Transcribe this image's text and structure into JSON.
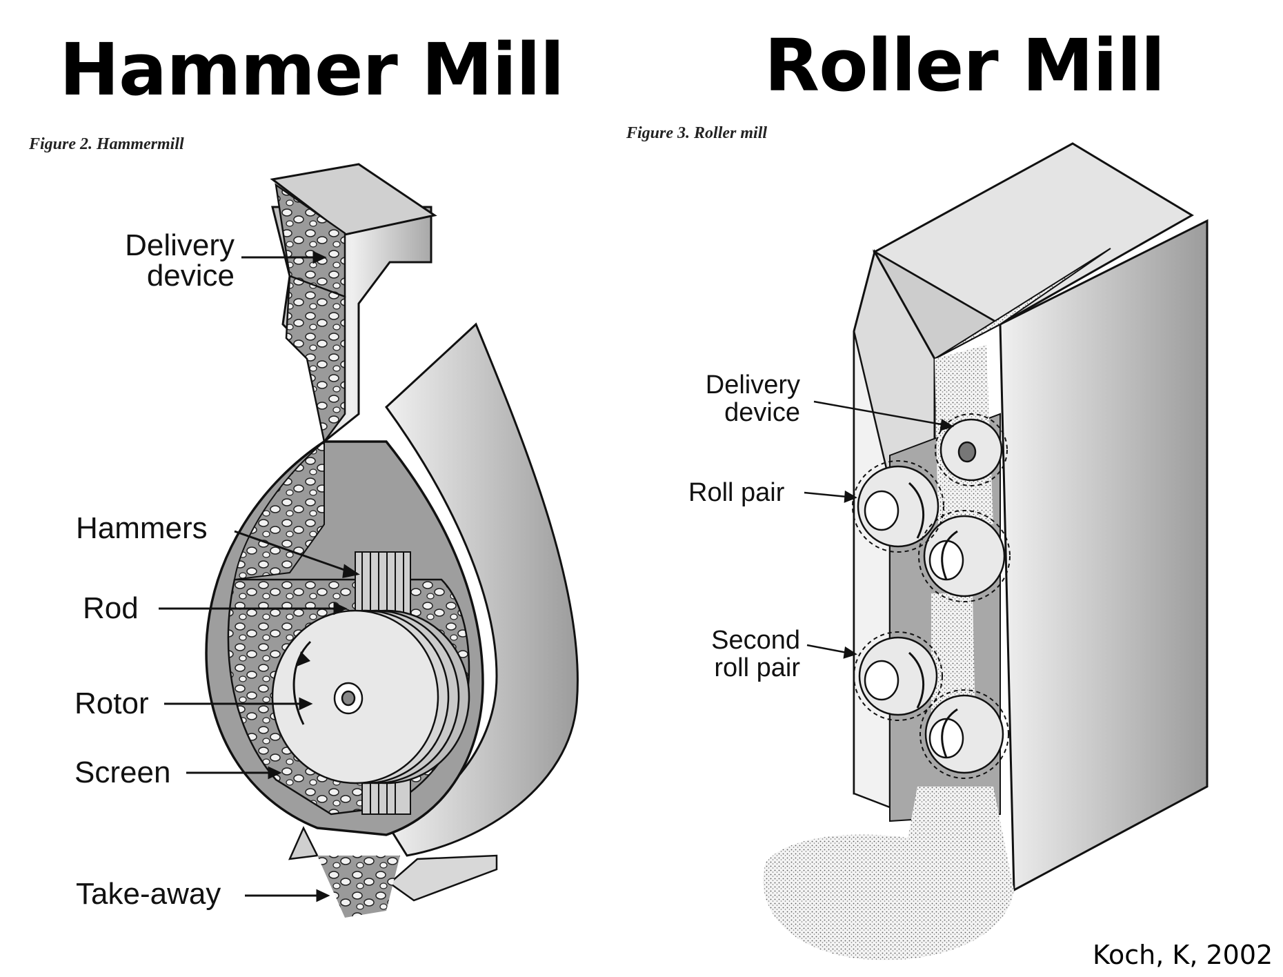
{
  "titles": {
    "hammer": "Hammer Mill",
    "roller": "Roller Mill"
  },
  "captions": {
    "hammer": "Figure 2. Hammermill",
    "roller": "Figure 3. Roller mill"
  },
  "hammer_labels": {
    "delivery_line1": "Delivery",
    "delivery_line2": "device",
    "hammers": "Hammers",
    "rod": "Rod",
    "rotor": "Rotor",
    "screen": "Screen",
    "takeaway": "Take-away"
  },
  "roller_labels": {
    "delivery_line1": "Delivery",
    "delivery_line2": "device",
    "roll_pair": "Roll pair",
    "second_line1": "Second",
    "second_line2": "roll pair"
  },
  "credit": "Koch, K, 2002",
  "colors": {
    "ink": "#111111",
    "metal_light": "#e6e6e6",
    "metal_mid": "#bdbdbd",
    "metal_dark": "#8a8a8a",
    "grain": "#dcdcdc"
  }
}
